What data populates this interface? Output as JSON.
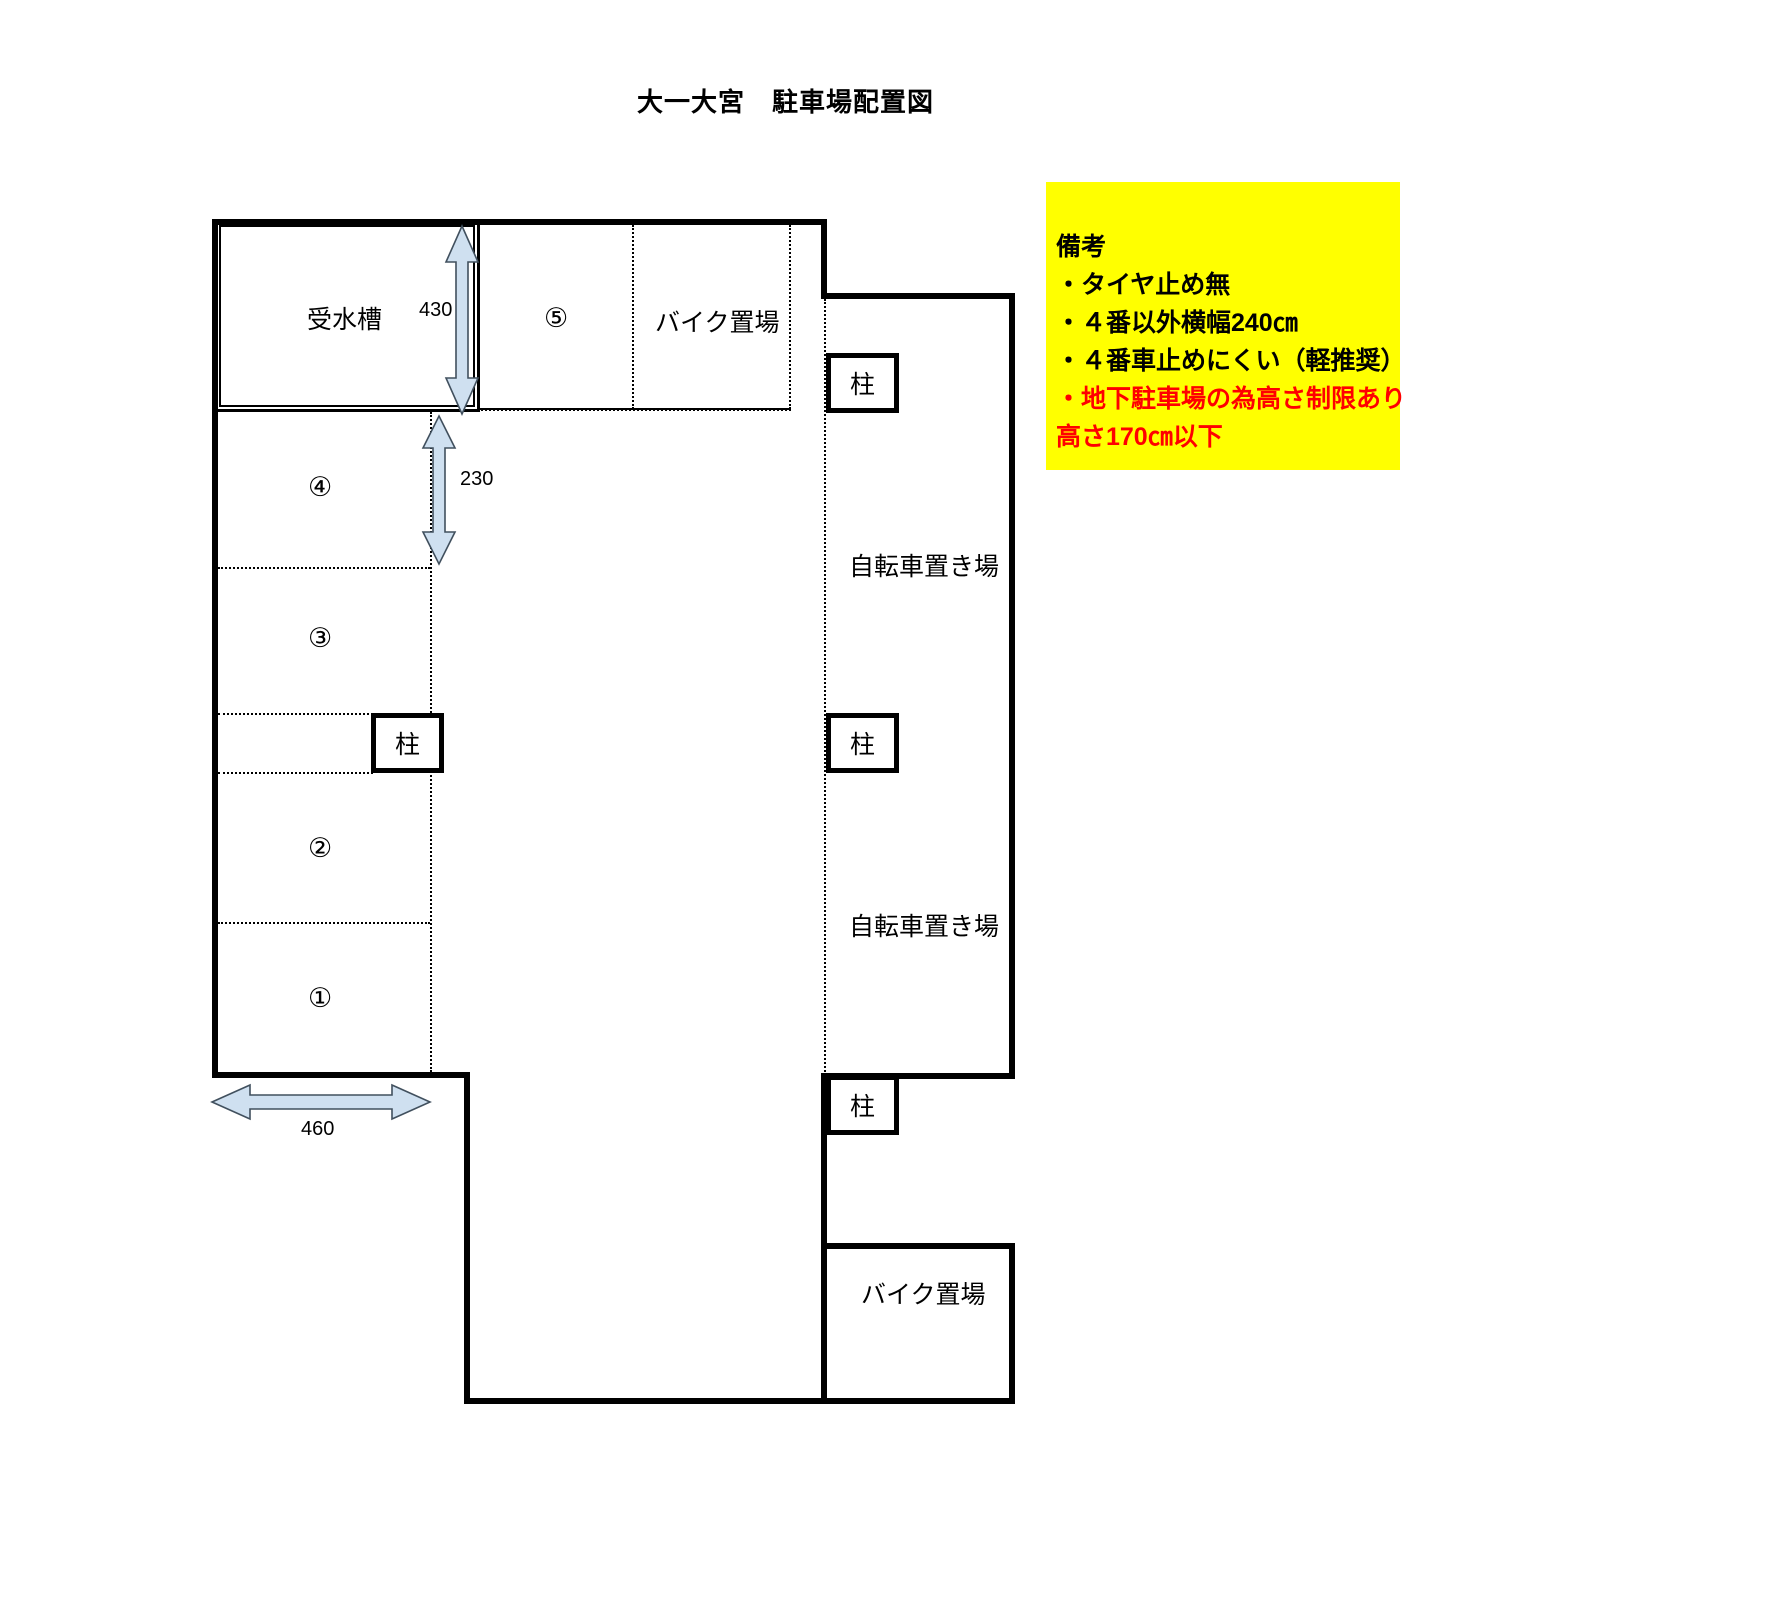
{
  "title": "大一大宮　駐車場配置図",
  "remarks": {
    "heading": "備考",
    "lines": [
      "・タイヤ止め無",
      "・４番以外横幅240㎝",
      "・４番車止めにくい（軽推奨）",
      "・地下駐車場の為高さ制限あり",
      "高さ170㎝以下"
    ],
    "bg_color": "#ffff00",
    "alert_color": "#ff0000"
  },
  "diagram": {
    "water_tank_label": "受水槽",
    "stall_5": "⑤",
    "stall_4": "④",
    "stall_3": "③",
    "stall_2": "②",
    "stall_1": "①",
    "bike_park_top": "バイク置場",
    "bike_park_bottom": "バイク置場",
    "bicycle_park_upper": "自転車置き場",
    "bicycle_park_lower": "自転車置き場",
    "pillar_left": "柱",
    "pillar_right_top": "柱",
    "pillar_right_mid": "柱",
    "pillar_right_bottom": "柱",
    "dim_430": "430",
    "dim_230": "230",
    "dim_460": "460",
    "arrow_color": "#cfe0f0",
    "arrow_stroke": "#4a5560"
  }
}
